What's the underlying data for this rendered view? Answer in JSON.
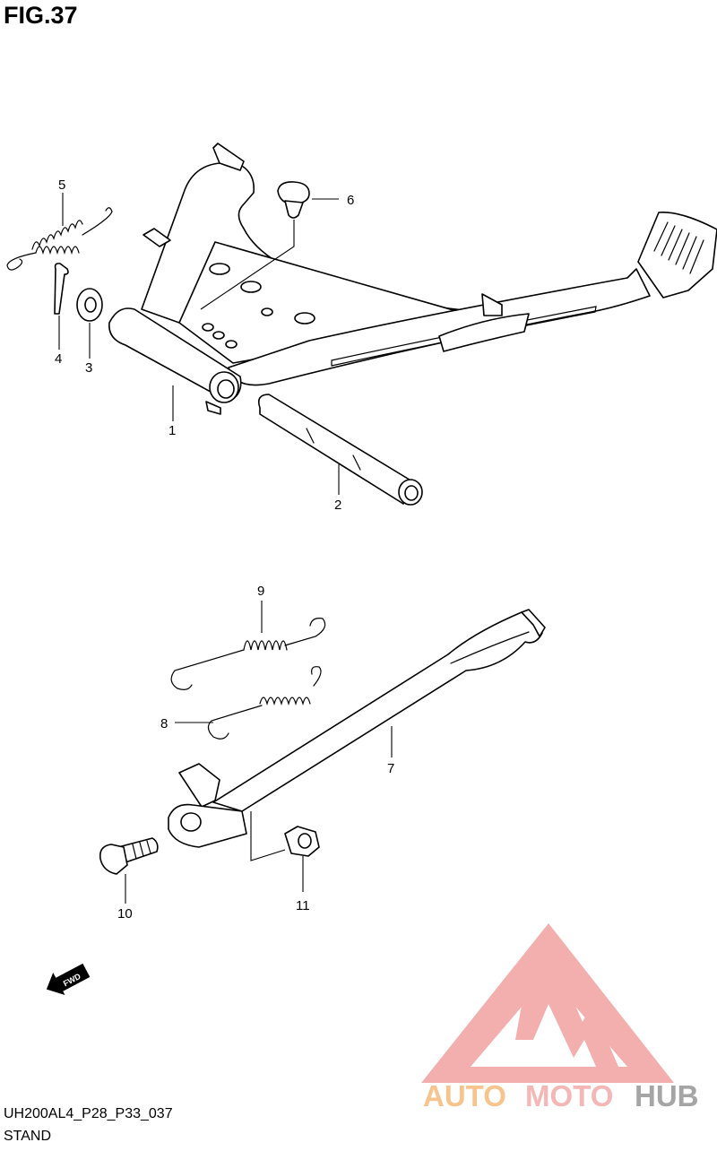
{
  "figure": {
    "title": "FIG.37"
  },
  "callouts": [
    {
      "id": "c1",
      "label": "1"
    },
    {
      "id": "c2",
      "label": "2"
    },
    {
      "id": "c3",
      "label": "3"
    },
    {
      "id": "c4",
      "label": "4"
    },
    {
      "id": "c5",
      "label": "5"
    },
    {
      "id": "c6",
      "label": "6"
    },
    {
      "id": "c7",
      "label": "7"
    },
    {
      "id": "c8",
      "label": "8"
    },
    {
      "id": "c9",
      "label": "9"
    },
    {
      "id": "c10",
      "label": "10"
    },
    {
      "id": "c11",
      "label": "11"
    }
  ],
  "fwd_label": "FWD",
  "footer": {
    "code": "UH200AL4_P28_P33_037",
    "description": "STAND"
  },
  "watermark": {
    "word_left": "AUTO",
    "word_mid": "MOTO",
    "word_right": "HUB",
    "colors": {
      "pink": "#f2a0a0",
      "orange": "#f6b26b",
      "gray": "#8a8a8a"
    }
  }
}
